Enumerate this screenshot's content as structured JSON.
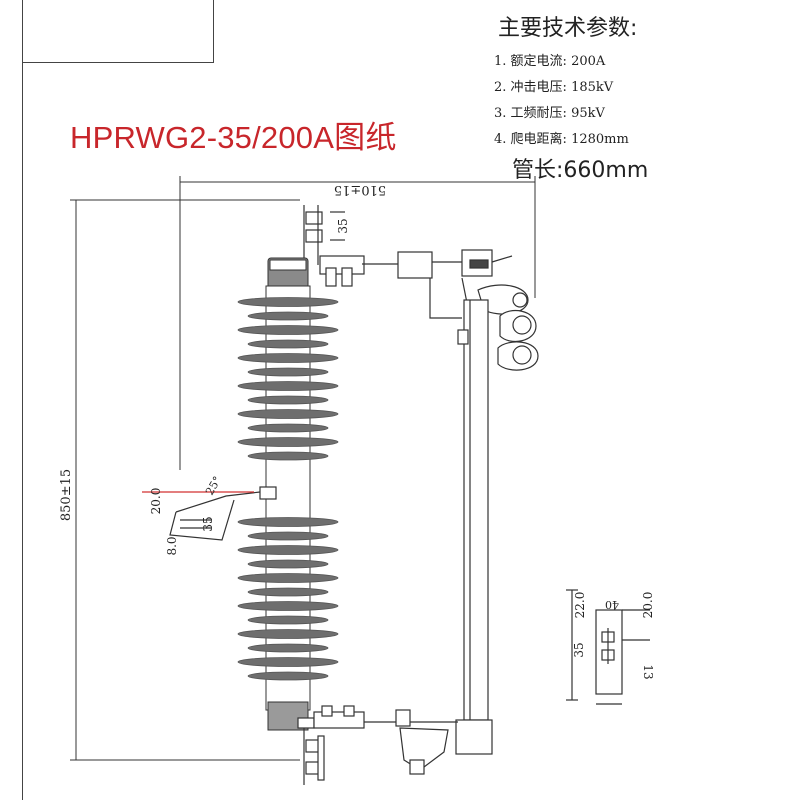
{
  "title": "HPRWG2-35/200A图纸",
  "specs": {
    "heading": "主要技术参数:",
    "items": [
      {
        "label": "1. 额定电流:",
        "value": "200A"
      },
      {
        "label": "2. 冲击电压:",
        "value": "185kV"
      },
      {
        "label": "3. 工频耐压:",
        "value": "95kV"
      },
      {
        "label": "4. 爬电距离:",
        "value": "1280mm"
      }
    ],
    "tube_length": "管长:660mm"
  },
  "dimensions": {
    "width": "510±15",
    "height": "850±15",
    "top_bolt": "35",
    "bracket_a": "20.0",
    "bracket_angle": "25°",
    "bracket_b": "35",
    "bracket_c": "8.0",
    "plate_a": "22.0",
    "plate_b": "40",
    "plate_c": "20.0",
    "plate_d": "35",
    "plate_e": "13"
  },
  "colors": {
    "title": "#c8262b",
    "insulator": "#6e6e6e",
    "line": "#333333",
    "accent_red": "#d23030"
  }
}
